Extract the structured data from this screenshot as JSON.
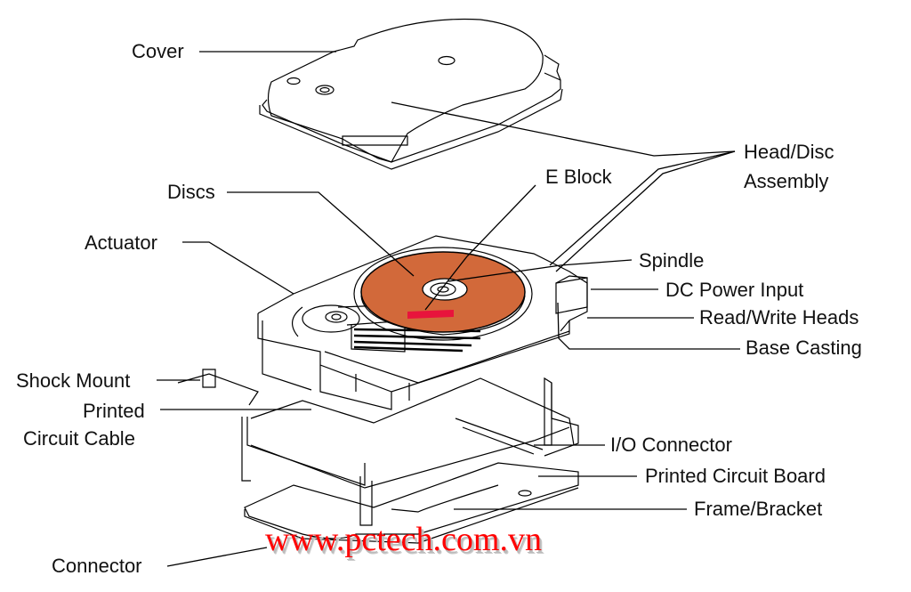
{
  "title": "Hard disk drive exploded view",
  "labels": {
    "cover": "Cover",
    "head_disc_1": "Head/Disc",
    "head_disc_2": "Assembly",
    "discs": "Discs",
    "e_block": "E Block",
    "actuator": "Actuator",
    "spindle": "Spindle",
    "dc_power_input": "DC Power Input",
    "read_write_heads": "Read/Write Heads",
    "base_casting": "Base Casting",
    "shock_mount": "Shock Mount",
    "printed_circuit_cable_1": "Printed",
    "printed_circuit_cable_2": "Circuit Cable",
    "io_connector": "I/O Connector",
    "printed_circuit_board": "Printed Circuit Board",
    "frame_bracket": "Frame/Bracket",
    "connector": "Connector"
  },
  "watermark": "www.pctech.com.vn",
  "colors": {
    "disc": "#d2693a",
    "head": "#e8143c",
    "watermark": "#ff0000",
    "line": "#000000"
  }
}
